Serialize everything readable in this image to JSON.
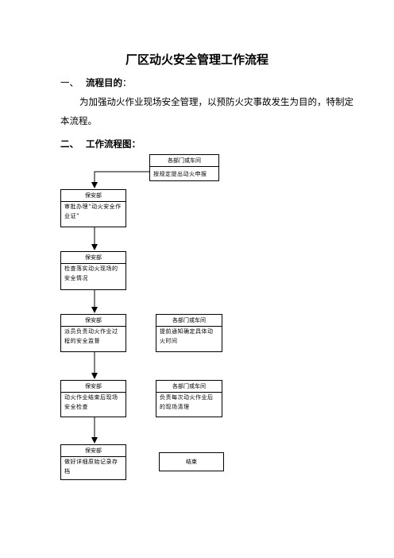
{
  "title": "厂区动火安全管理工作流程",
  "section1": {
    "number": "一、",
    "heading": "流程目的",
    "colon": "："
  },
  "purpose_text": "为加强动火作业现场安全管理，以预防火灾事故发生为目的，特制定本流程。",
  "section2": {
    "number": "二、",
    "heading": "工作流程图",
    "colon": "："
  },
  "flow": {
    "start": {
      "dept": "各部门或车间",
      "task": "按规定提出动火申报"
    },
    "step1": {
      "dept": "保安部",
      "task": "审批办理“动火安全作业证”"
    },
    "step2": {
      "dept": "保安部",
      "task": "检查落实动火现场的安全情况"
    },
    "step3": {
      "dept": "保安部",
      "task": "派员负责动火作业过程的安全监督"
    },
    "side3": {
      "dept": "各部门或车间",
      "task": "提前通知确定具体动火时间"
    },
    "step4": {
      "dept": "保安部",
      "task": "动火作业结束后现场安全检查"
    },
    "side4": {
      "dept": "各部门或车间",
      "task": "负责每次动火作业后的现场清理"
    },
    "step5": {
      "dept": "保安部",
      "task": "做好详细原始记录存档"
    },
    "end": {
      "label": "结束"
    }
  }
}
